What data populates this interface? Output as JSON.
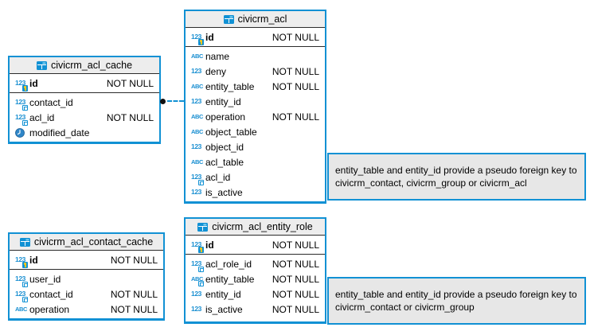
{
  "colors": {
    "accent": "#1191d4",
    "header_bg": "#ededed",
    "note_bg": "#e7e7e7",
    "icon_blue": "#1a8fd1",
    "key_gold": "#f5c71a",
    "separator": "#2b2b2b",
    "dot": "#111111"
  },
  "icons": {
    "number": "123",
    "string": "ABC",
    "table": "table-grid-icon",
    "datetime": "clock-icon",
    "primary_key": "key-badge",
    "foreign_key": "ref-badge"
  },
  "labels": {
    "not_null": "NOT NULL"
  },
  "tables": [
    {
      "title": "civicrm_acl_cache",
      "columns": [
        {
          "name": "id",
          "type": "number",
          "key": "primary",
          "null": "NOT NULL"
        },
        {
          "name": "contact_id",
          "type": "number",
          "key": "foreign"
        },
        {
          "name": "acl_id",
          "type": "number",
          "key": "foreign",
          "null": "NOT NULL"
        },
        {
          "name": "modified_date",
          "type": "datetime",
          "key": "none"
        }
      ]
    },
    {
      "title": "civicrm_acl",
      "columns": [
        {
          "name": "id",
          "type": "number",
          "key": "primary",
          "null": "NOT NULL"
        },
        {
          "name": "name",
          "type": "string",
          "key": "none"
        },
        {
          "name": "deny",
          "type": "number",
          "key": "none",
          "null": "NOT NULL"
        },
        {
          "name": "entity_table",
          "type": "string",
          "key": "none",
          "null": "NOT NULL"
        },
        {
          "name": "entity_id",
          "type": "number",
          "key": "none"
        },
        {
          "name": "operation",
          "type": "string",
          "key": "none",
          "null": "NOT NULL"
        },
        {
          "name": "object_table",
          "type": "string",
          "key": "none"
        },
        {
          "name": "object_id",
          "type": "number",
          "key": "none"
        },
        {
          "name": "acl_table",
          "type": "string",
          "key": "none"
        },
        {
          "name": "acl_id",
          "type": "number",
          "key": "foreign"
        },
        {
          "name": "is_active",
          "type": "number",
          "key": "none"
        }
      ]
    },
    {
      "title": "civicrm_acl_contact_cache",
      "columns": [
        {
          "name": "id",
          "type": "number",
          "key": "primary",
          "null": "NOT NULL"
        },
        {
          "name": "user_id",
          "type": "number",
          "key": "foreign"
        },
        {
          "name": "contact_id",
          "type": "number",
          "key": "foreign",
          "null": "NOT NULL"
        },
        {
          "name": "operation",
          "type": "string",
          "key": "none",
          "null": "NOT NULL"
        }
      ]
    },
    {
      "title": "civicrm_acl_entity_role",
      "columns": [
        {
          "name": "id",
          "type": "number",
          "key": "primary",
          "null": "NOT NULL"
        },
        {
          "name": "acl_role_id",
          "type": "number",
          "key": "foreign",
          "null": "NOT NULL"
        },
        {
          "name": "entity_table",
          "type": "string",
          "key": "foreign",
          "null": "NOT NULL"
        },
        {
          "name": "entity_id",
          "type": "number",
          "key": "none",
          "null": "NOT NULL"
        },
        {
          "name": "is_active",
          "type": "number",
          "key": "none",
          "null": "NOT NULL"
        }
      ]
    }
  ],
  "notes": [
    {
      "text": "entity_table and entity_id provide a pseudo foreign key to civicrm_contact, civicrm_group or civicrm_acl"
    },
    {
      "text": "entity_table and entity_id provide a pseudo foreign key to civicrm_contact or civicrm_group"
    }
  ]
}
